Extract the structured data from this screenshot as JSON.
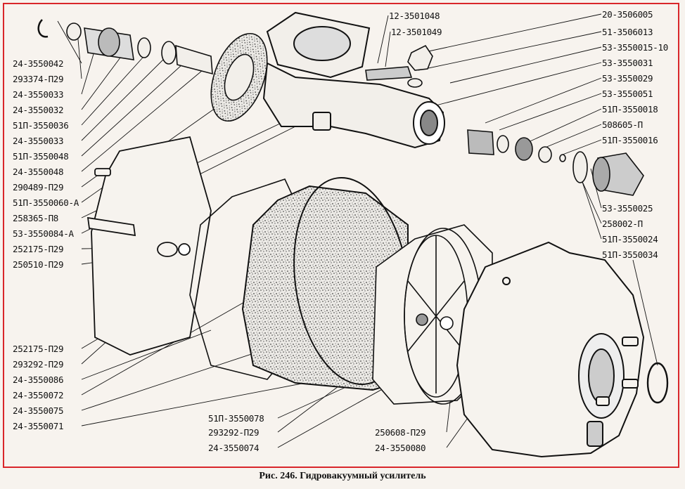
{
  "caption": "Рис. 246. Гидровакуумный усилитель",
  "labels": {
    "left": [
      "24-3550042",
      "293374-П29",
      "24-3550033",
      "24-3550032",
      "51П-3550036",
      "24-3550033",
      "51П-3550048",
      "24-3550048",
      "290489-П29",
      "51П-3550060-А",
      "258365-П8",
      "53-3550084-А",
      "252175-П29",
      "250510-П29",
      "252175-П29",
      "293292-П29",
      "24-3550086",
      "24-3550072",
      "24-3550075",
      "24-3550071"
    ],
    "right": [
      "20-3506005",
      "51-3506013",
      "53-3550015-10",
      "53-3550031",
      "53-3550029",
      "53-3550051",
      "51П-3550018",
      "508605-П",
      "51П-3550016",
      "53-3550025",
      "258002-П",
      "51П-3550024",
      "51П-3550034"
    ],
    "top": [
      "12-3501048",
      "12-3501049"
    ],
    "bottom": [
      "51П-3550078",
      "293292-П29",
      "24-3550074",
      "250608-П29",
      "24-3550080"
    ]
  }
}
